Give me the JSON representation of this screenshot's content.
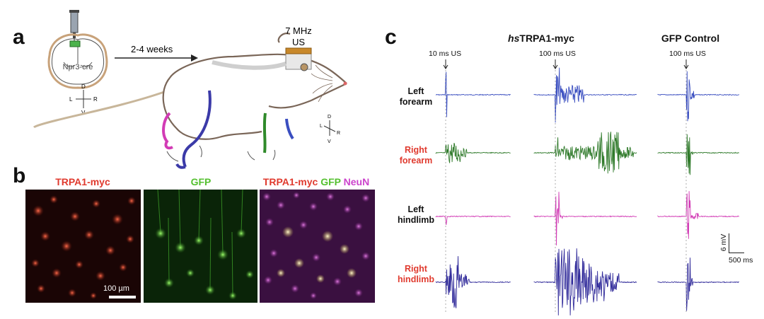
{
  "panels": {
    "a": "a",
    "b": "b",
    "c": "c"
  },
  "panel_a": {
    "brain_label": "Npr3-cre",
    "arrow_label": "2-4 weeks",
    "us_freq": "7 MHz",
    "us_unit": "US",
    "axes_left": {
      "d": "D",
      "l": "L",
      "r": "R",
      "v": "V"
    },
    "axes_right": {
      "d": "D",
      "l": "L",
      "r": "R",
      "v": "V"
    }
  },
  "panel_b": {
    "image1_label": "TRPA1-myc",
    "image2_label": "GFP",
    "image3_label_parts": [
      "TRPA1-myc",
      "GFP",
      "NeuN"
    ],
    "scale_bar": "100 µm"
  },
  "panel_c": {
    "group1_prefix": "hs",
    "group1_title": "TRPA1-myc",
    "group2_title": "GFP Control",
    "stim_labels": [
      "10 ms US",
      "100 ms US",
      "100 ms US"
    ],
    "rows": [
      {
        "label_line1": "Left",
        "label_line2": "forearm",
        "color": "#3a4ec0",
        "label_color": "#111111"
      },
      {
        "label_line1": "Right",
        "label_line2": "forearm",
        "color": "#2f7a2a",
        "label_color": "#e03a2e"
      },
      {
        "label_line1": "Left",
        "label_line2": "hindlimb",
        "color": "#d23bb5",
        "label_color": "#111111"
      },
      {
        "label_line1": "Right",
        "label_line2": "hindlimb",
        "color": "#302a9a",
        "label_color": "#e03a2e"
      }
    ],
    "scale_y": "6 mV",
    "scale_x": "500 ms"
  }
}
